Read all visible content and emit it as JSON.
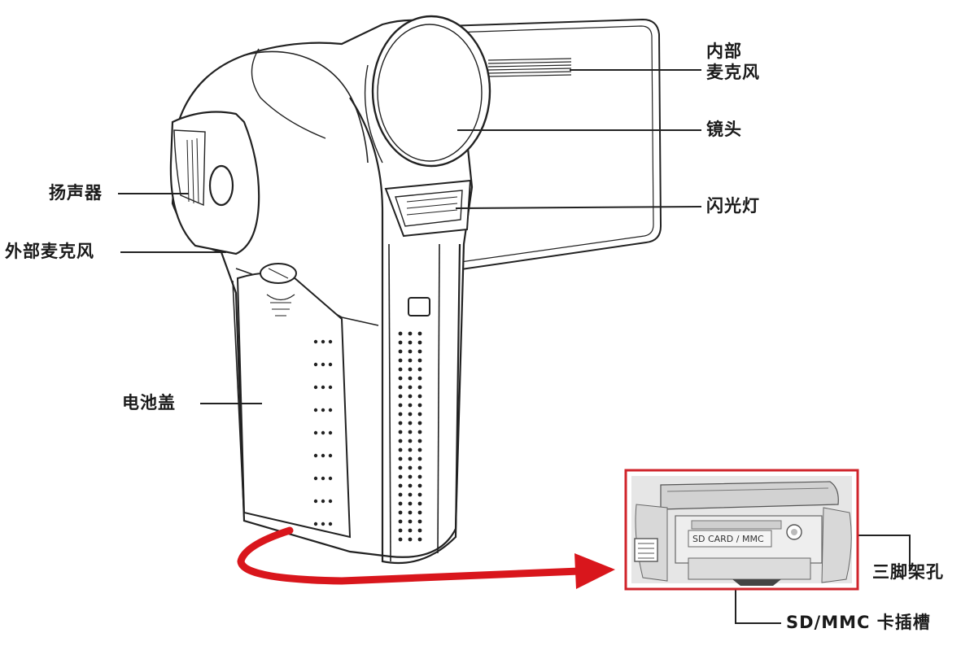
{
  "labels": {
    "internal_mic_line1": "内部",
    "internal_mic_line2": "麦克风",
    "lens": "镜头",
    "flash": "闪光灯",
    "speaker": "扬声器",
    "external_mic": "外部麦克风",
    "battery_cover": "电池盖",
    "tripod_hole": "三脚架孔",
    "sd_slot": "SD/MMC 卡插槽"
  },
  "inset": {
    "card_text": "SD CARD / MMC",
    "frame_color": "#d0242b"
  },
  "arrow_color": "#d9161c"
}
